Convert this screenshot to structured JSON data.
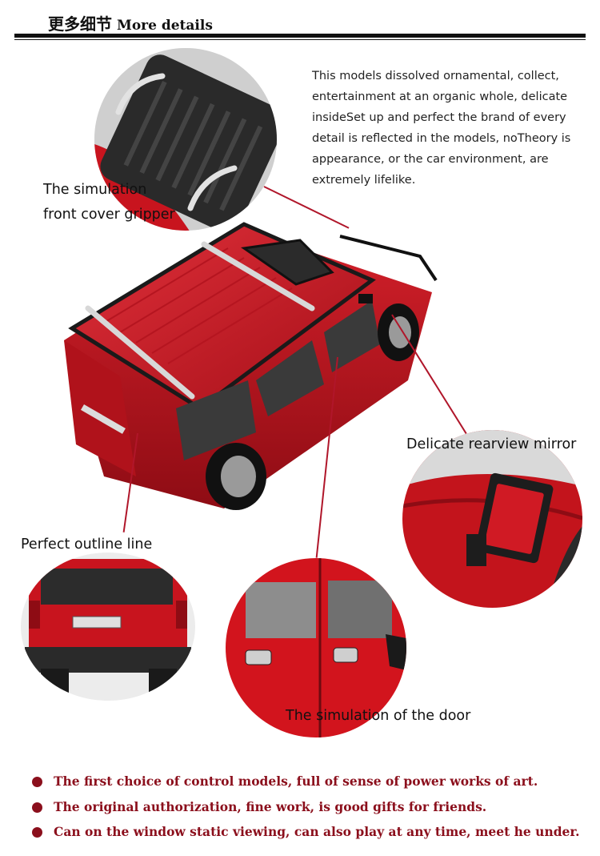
{
  "header": {
    "title_cn": "更多细节",
    "title_en": "More details"
  },
  "description": "This models dissolved ornamental, collect, entertainment at an organic whole, delicate insideSet up and perfect the brand of every detail is reflected in the models, noTheory is appearance, or the car environment, are extremely lifelike.",
  "callouts": {
    "gripper_line1": "The simulation",
    "gripper_line2": "front cover gripper",
    "mirror": "Delicate rearview mirror",
    "outline": "Perfect outline line",
    "door": "The simulation of the door"
  },
  "bullets": [
    "The first choice of control models, full of sense of power works of art.",
    "The original authorization, fine work, is good gifts for friends.",
    "Can on the window static viewing, can also play at any time, meet he under."
  ],
  "colors": {
    "car_red": "#c8141e",
    "bullet_text": "#8b0f1c",
    "lead_line": "#b0162a"
  }
}
